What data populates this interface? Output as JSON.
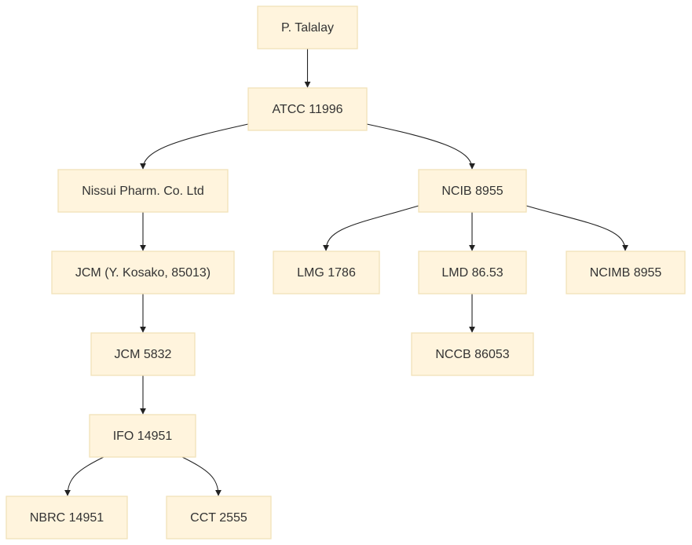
{
  "diagram": {
    "nodes": [
      {
        "id": "talalay",
        "label": "P. Talalay"
      },
      {
        "id": "atcc",
        "label": "ATCC 11996"
      },
      {
        "id": "nissui",
        "label": "Nissui Pharm. Co. Ltd"
      },
      {
        "id": "ncib",
        "label": "NCIB 8955"
      },
      {
        "id": "jcm_kosako",
        "label": "JCM (Y. Kosako, 85013)"
      },
      {
        "id": "lmg",
        "label": "LMG 1786"
      },
      {
        "id": "lmd",
        "label": "LMD 86.53"
      },
      {
        "id": "ncimb",
        "label": "NCIMB 8955"
      },
      {
        "id": "jcm5832",
        "label": "JCM 5832"
      },
      {
        "id": "nccb",
        "label": "NCCB 86053"
      },
      {
        "id": "ifo",
        "label": "IFO 14951"
      },
      {
        "id": "nbrc",
        "label": "NBRC 14951"
      },
      {
        "id": "cct",
        "label": "CCT 2555"
      }
    ],
    "edges": [
      {
        "from": "talalay",
        "to": "atcc"
      },
      {
        "from": "atcc",
        "to": "nissui"
      },
      {
        "from": "atcc",
        "to": "ncib"
      },
      {
        "from": "nissui",
        "to": "jcm_kosako"
      },
      {
        "from": "ncib",
        "to": "lmg"
      },
      {
        "from": "ncib",
        "to": "lmd"
      },
      {
        "from": "ncib",
        "to": "ncimb"
      },
      {
        "from": "jcm_kosako",
        "to": "jcm5832"
      },
      {
        "from": "lmd",
        "to": "nccb"
      },
      {
        "from": "jcm5832",
        "to": "ifo"
      },
      {
        "from": "ifo",
        "to": "nbrc"
      },
      {
        "from": "ifo",
        "to": "cct"
      }
    ],
    "colors": {
      "node_fill": "#fff4dd",
      "node_border": "#f2e2b8",
      "edge": "#222222",
      "text": "#333333"
    }
  }
}
